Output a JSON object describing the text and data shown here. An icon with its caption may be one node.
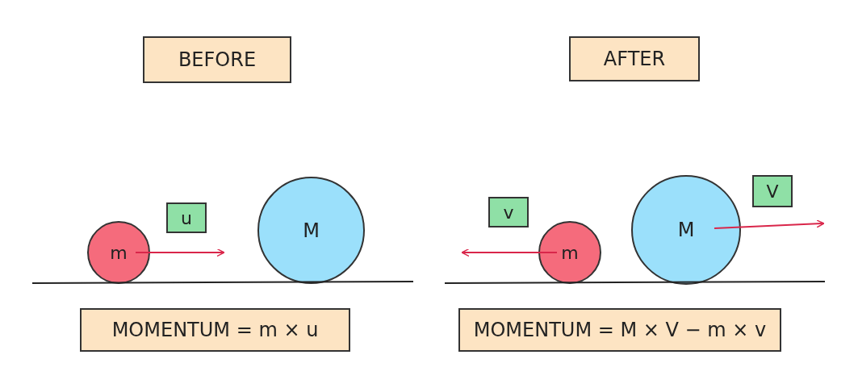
{
  "diagram": {
    "nodes": [
      {
        "text": [
          "BEFORE"
        ]
      },
      {
        "text": [
          "AFTER"
        ]
      },
      {
        "text": [
          "m"
        ]
      },
      {
        "text": [
          "u"
        ]
      },
      {
        "text": [
          "M"
        ]
      },
      {
        "text": [
          "MOMENTUM = m × u"
        ]
      },
      {
        "text": [
          "v"
        ]
      },
      {
        "text": [
          "m"
        ]
      },
      {
        "text": [
          "M"
        ]
      },
      {
        "text": [
          "V"
        ]
      },
      {
        "text": [
          "MOMENTUM = M × V − m × v"
        ]
      }
    ]
  }
}
